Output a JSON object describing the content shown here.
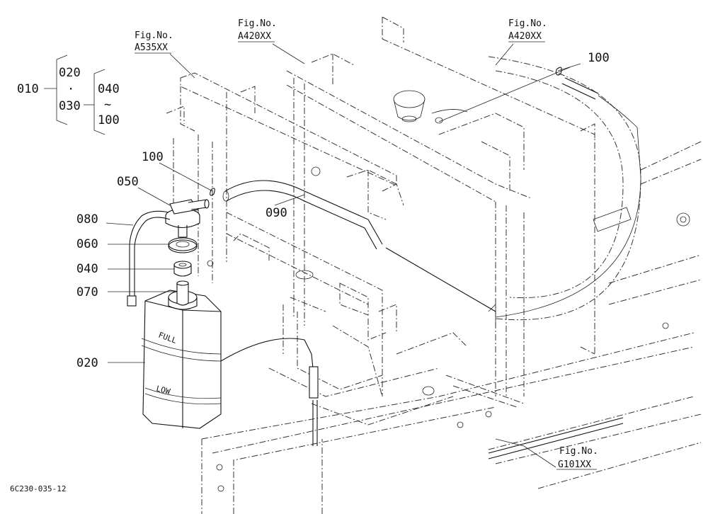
{
  "drawing": {
    "code": "6C230-035-12"
  },
  "figure_refs": [
    {
      "id": "a535",
      "caption": "Fig.No.",
      "number": "A535XX"
    },
    {
      "id": "a420_left",
      "caption": "Fig.No.",
      "number": "A420XX"
    },
    {
      "id": "a420_right",
      "caption": "Fig.No.",
      "number": "A420XX"
    },
    {
      "id": "g101",
      "caption": "Fig.No.",
      "number": "G101XX"
    }
  ],
  "group_bracket": {
    "parent": "010",
    "children_a": [
      "020",
      "·",
      "030"
    ],
    "children_b": [
      "040",
      "~",
      "100"
    ]
  },
  "part_labels": {
    "p100_top": "100",
    "p100_left": "100",
    "p050": "050",
    "p080": "080",
    "p060": "060",
    "p040": "040",
    "p070": "070",
    "p020": "020",
    "p090": "090"
  },
  "tank_markings": {
    "full": "FULL",
    "low": "LOW"
  }
}
